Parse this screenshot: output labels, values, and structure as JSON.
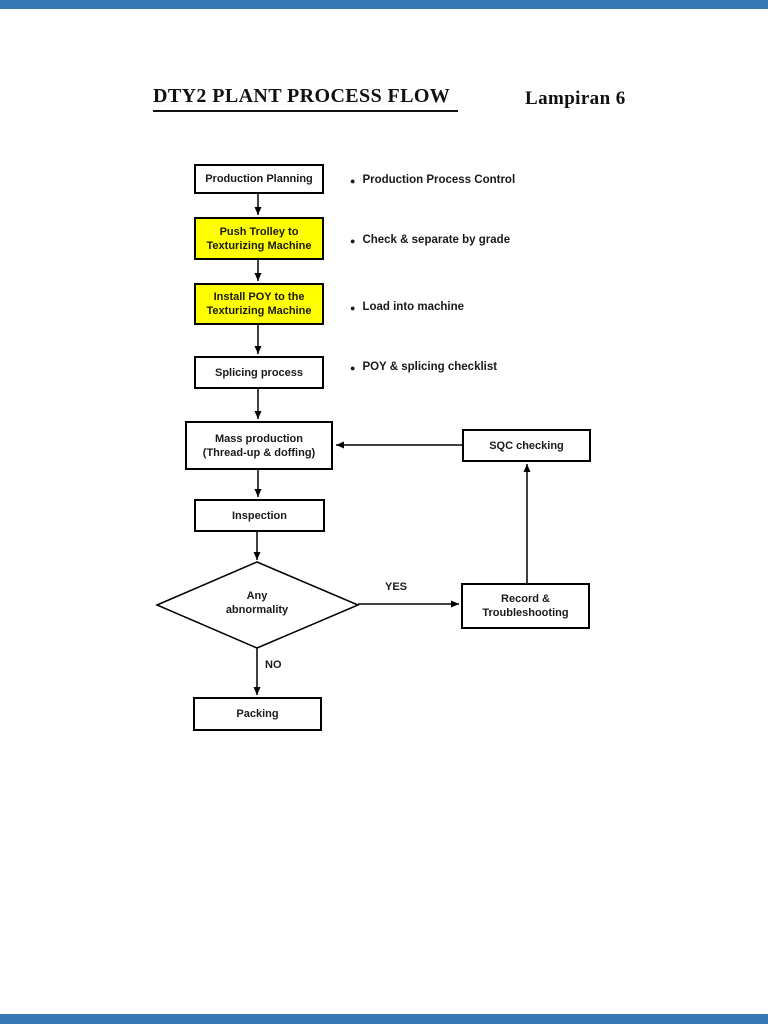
{
  "page": {
    "title": "DTY2 PLANT PROCESS FLOW",
    "annotation": "Lampiran 6"
  },
  "colors": {
    "highlight_fill": "#ffff00",
    "edge_bar": "#3677b5",
    "box_border": "#000000",
    "background": "#ffffff"
  },
  "flowchart": {
    "nodes": {
      "production_planning": {
        "label": "Production Planning"
      },
      "push_trolley": {
        "line1": "Push Trolley to",
        "line2": "Texturizing Machine"
      },
      "install_poy": {
        "line1": "Install POY to the",
        "line2": "Texturizing Machine"
      },
      "splicing": {
        "label": "Splicing process"
      },
      "mass_production": {
        "line1": "Mass production",
        "line2": "(Thread-up & doffing)"
      },
      "inspection": {
        "label": "Inspection"
      },
      "decision": {
        "line1": "Any",
        "line2": "abnormality"
      },
      "packing": {
        "label": "Packing"
      },
      "sqc_checking": {
        "label": "SQC checking"
      },
      "record_troubleshooting": {
        "line1": "Record &",
        "line2": "Troubleshooting"
      }
    },
    "edge_labels": {
      "yes": "YES",
      "no": "NO"
    },
    "bullet_glyph": "●",
    "notes": {
      "n1": "Production Process Control",
      "n2": "Check & separate by grade",
      "n3": "Load into machine",
      "n4": "POY & splicing checklist"
    }
  }
}
